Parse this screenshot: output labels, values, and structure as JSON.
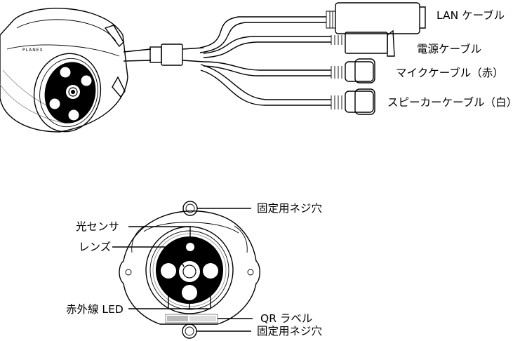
{
  "colors": {
    "line": "#000000",
    "background": "#ffffff",
    "led": "#ffffff",
    "lens_face": "#000000"
  },
  "top_diagram": {
    "brand_mark": "PLANEX",
    "cables": [
      {
        "id": "lan",
        "label": "LAN ケーブル"
      },
      {
        "id": "power",
        "label": "電源ケーブル"
      },
      {
        "id": "mic",
        "label": "マイクケーブル（赤）"
      },
      {
        "id": "speaker",
        "label": "スピーカーケーブル（白）"
      }
    ]
  },
  "bottom_diagram": {
    "labels": {
      "screw_top": "固定用ネジ穴",
      "light_sensor": "光センサ",
      "lens": "レンズ",
      "ir_led": "赤外線 LED",
      "qr_label": "QR ラベル",
      "screw_bottom": "固定用ネジ穴"
    }
  }
}
